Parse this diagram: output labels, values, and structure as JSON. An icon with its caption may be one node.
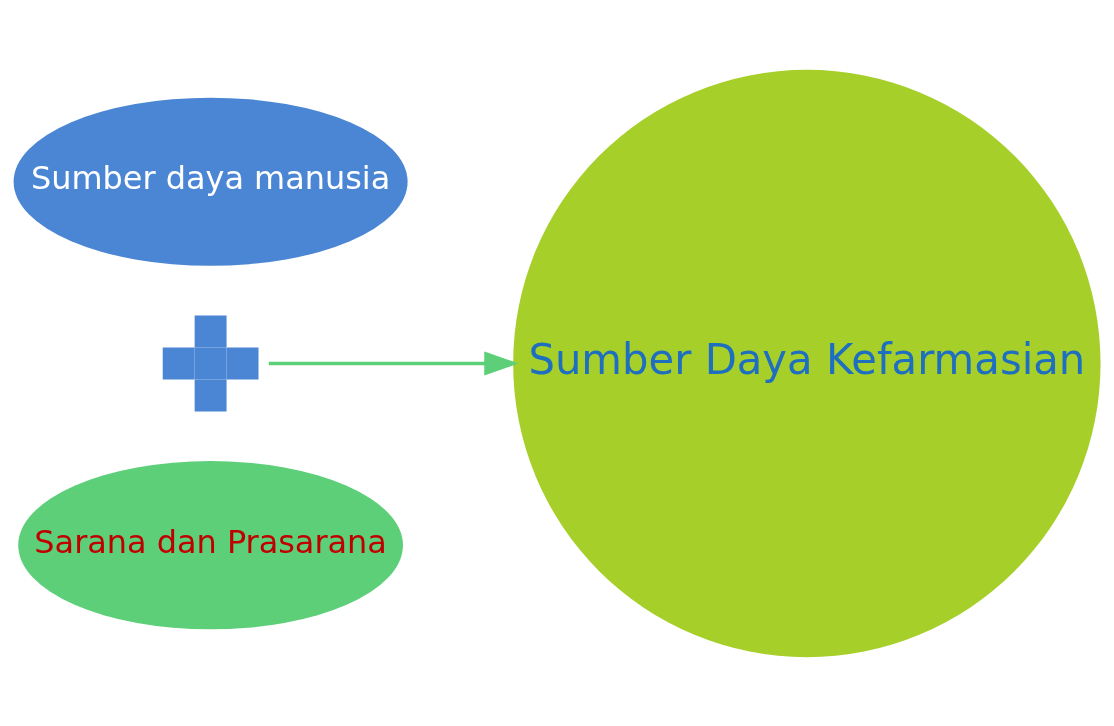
{
  "diagram": {
    "nodes": [
      {
        "text": [
          "Sumber daya manusia"
        ]
      },
      {
        "text": [],
        "shape": "plus"
      },
      {
        "text": [
          "Sarana dan Prasarana"
        ]
      },
      {
        "text": [
          "Sumber Daya Kefarmasian"
        ]
      }
    ],
    "edges": [
      {
        "from": 1,
        "to": 3,
        "arrow": "to",
        "color": "#5dcf78"
      }
    ]
  }
}
